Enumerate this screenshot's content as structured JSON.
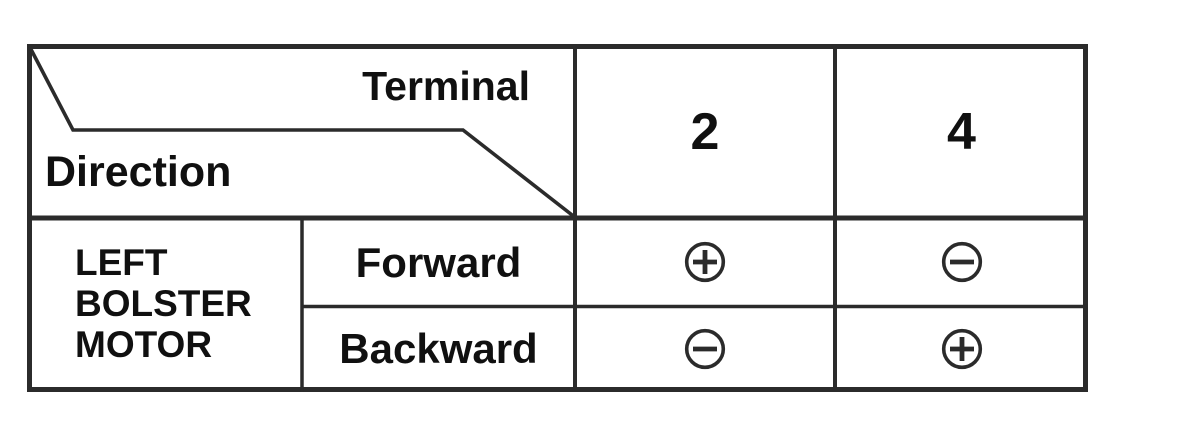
{
  "colors": {
    "line": "#2b2b2b",
    "text": "#101010",
    "background": "#ffffff"
  },
  "table": {
    "header": {
      "terminal_label": "Terminal",
      "direction_label": "Direction",
      "columns": [
        "2",
        "4"
      ]
    },
    "body": {
      "group_label": "LEFT\nBOLSTER\nMOTOR",
      "rows": [
        {
          "direction": "Forward",
          "cells": {
            "terminal_2": "plus",
            "terminal_4": "minus"
          }
        },
        {
          "direction": "Backward",
          "cells": {
            "terminal_2": "minus",
            "terminal_4": "plus"
          }
        }
      ]
    },
    "icons": {
      "plus": "circled-plus",
      "minus": "circled-minus"
    }
  }
}
